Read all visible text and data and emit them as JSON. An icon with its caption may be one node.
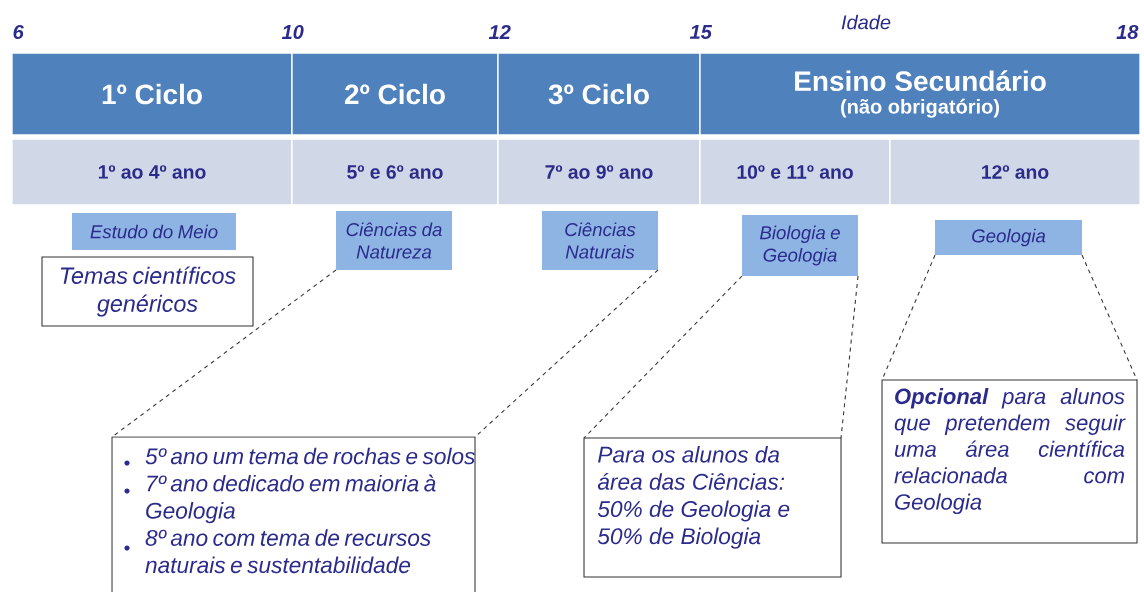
{
  "diagram": {
    "nodes": [
      {
        "text": [
          "1º Ciclo"
        ]
      },
      {
        "text": [
          "2º Ciclo"
        ]
      },
      {
        "text": [
          "3º Ciclo"
        ]
      },
      {
        "text": [
          "Ensino Secundário",
          "(não obrigatório)"
        ]
      },
      {
        "text": [
          "1º ao 4º ano"
        ]
      },
      {
        "text": [
          "5º e 6º ano"
        ]
      },
      {
        "text": [
          "7º ao 9º ano"
        ]
      },
      {
        "text": [
          "10º e 11º ano"
        ]
      },
      {
        "text": [
          "12º ano"
        ]
      },
      {
        "text": [
          "Estudo do Meio"
        ]
      },
      {
        "text": [
          "Ciências da Natureza"
        ]
      },
      {
        "text": [
          "Ciências Naturais"
        ]
      },
      {
        "text": [
          "Biologia e Geologia"
        ]
      },
      {
        "text": [
          "Geologia"
        ]
      },
      {
        "text": [
          "Temas científicos genéricos"
        ]
      },
      {
        "text": [
          "5º ano um tema de rochas e solos",
          "7º ano dedicado em maioria à Geologia",
          "8º ano com tema de recursos naturais e sustentabilidade"
        ]
      },
      {
        "text": [
          "Para os alunos da área das Ciências: 50% de Geologia e 50% de Biologia"
        ]
      },
      {
        "text": [
          "**Opcional** para alunos que pretendem seguir uma área científica relacionada com Geologia"
        ]
      }
    ],
    "edges": [
      {
        "from": 10,
        "to": 15,
        "arrow": "none",
        "style": "dashed"
      },
      {
        "from": 11,
        "to": 15,
        "arrow": "none",
        "style": "dashed"
      },
      {
        "from": 12,
        "to": 16,
        "arrow": "none",
        "style": "dashed"
      },
      {
        "from": 12,
        "to": 16,
        "arrow": "none",
        "style": "dashed"
      },
      {
        "from": 13,
        "to": 17,
        "arrow": "none",
        "style": "dashed"
      },
      {
        "from": 13,
        "to": 17,
        "arrow": "none",
        "style": "dashed"
      }
    ],
    "labels": [
      "6",
      "10",
      "12",
      "15",
      "Idade",
      "18"
    ]
  }
}
